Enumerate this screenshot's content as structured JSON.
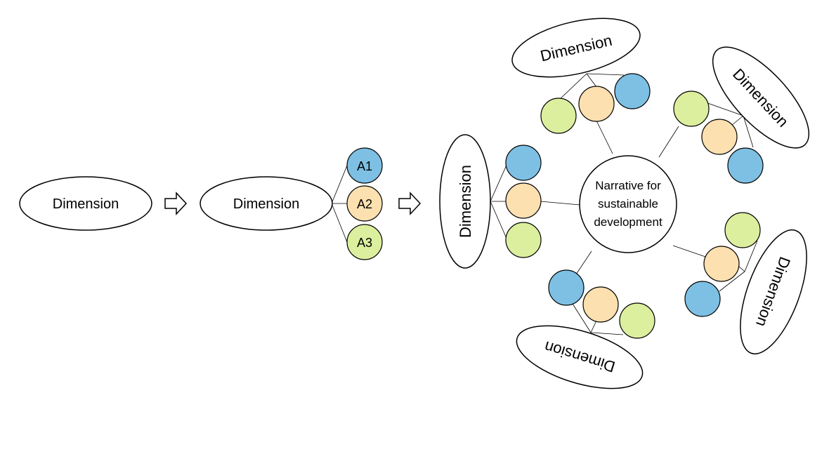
{
  "colors": {
    "blue": "#7ec0e4",
    "orange": "#fce0b0",
    "green": "#dcef9e",
    "outline": "#000000",
    "background": "#ffffff"
  },
  "icons": {
    "step_arrow": "hollow-right-arrow-icon"
  },
  "stage1": {
    "dimension_label": "Dimension"
  },
  "stage2": {
    "dimension_label": "Dimension",
    "attributes": [
      {
        "label": "A1",
        "color": "blue"
      },
      {
        "label": "A2",
        "color": "orange"
      },
      {
        "label": "A3",
        "color": "green"
      }
    ]
  },
  "stage3": {
    "center_label": [
      "Narrative for",
      "sustainable",
      "development"
    ],
    "dimensions": [
      {
        "label": "Dimension"
      },
      {
        "label": "Dimension"
      },
      {
        "label": "Dimension"
      },
      {
        "label": "Dimension"
      },
      {
        "label": "Dimension"
      }
    ]
  }
}
